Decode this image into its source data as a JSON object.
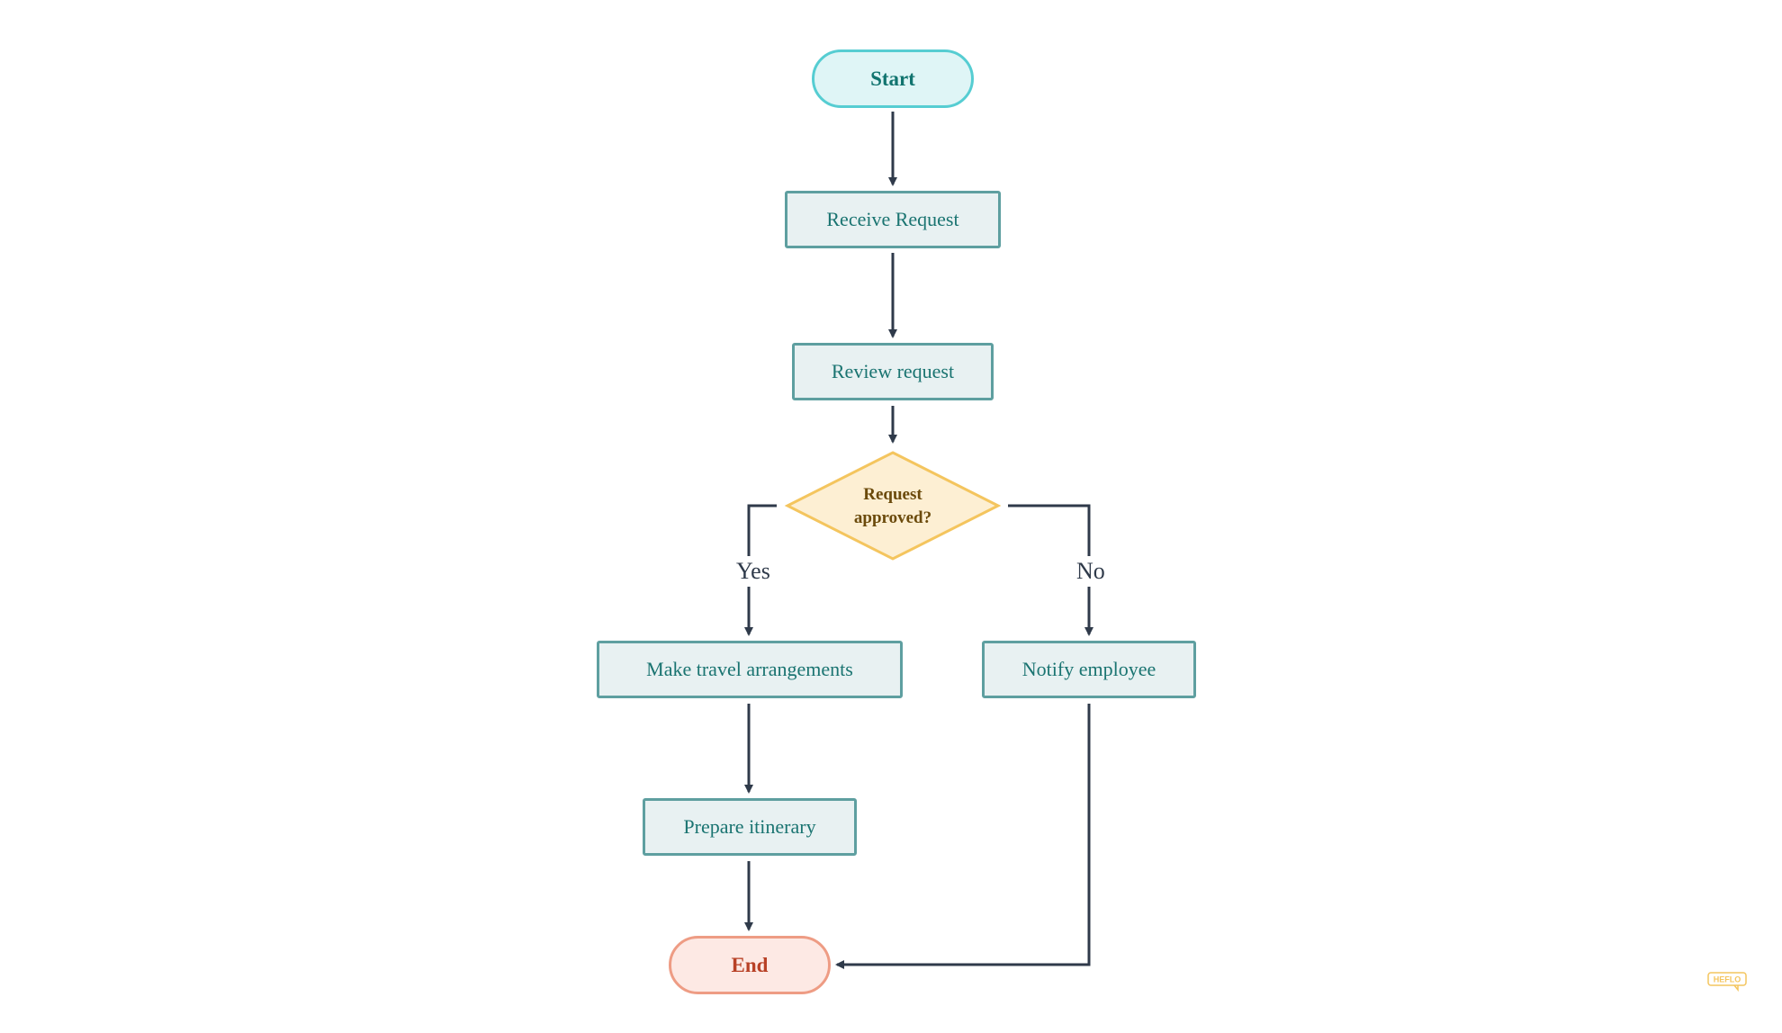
{
  "flowchart": {
    "start": "Start",
    "receive_request": "Receive Request",
    "review_request": "Review request",
    "decision": {
      "line1": "Request",
      "line2": "approved?"
    },
    "yes_label": "Yes",
    "no_label": "No",
    "make_travel": "Make travel arrangements",
    "notify_employee": "Notify employee",
    "prepare_itinerary": "Prepare itinerary",
    "end": "End"
  },
  "watermark": {
    "text": "HEFLO"
  },
  "colors": {
    "connector": "#2f3a4a",
    "process_fill": "#e8f1f2",
    "process_border": "#5e9fa0",
    "process_text": "#1a7471",
    "start_fill": "#dff5f6",
    "start_border": "#56cdd2",
    "end_fill": "#fde9e4",
    "end_border": "#ee9c84",
    "end_text": "#b84126",
    "decision_fill": "#fdefd3",
    "decision_border": "#f4c55e",
    "decision_text": "#6b4a0b",
    "watermark": "#f4c55e"
  }
}
